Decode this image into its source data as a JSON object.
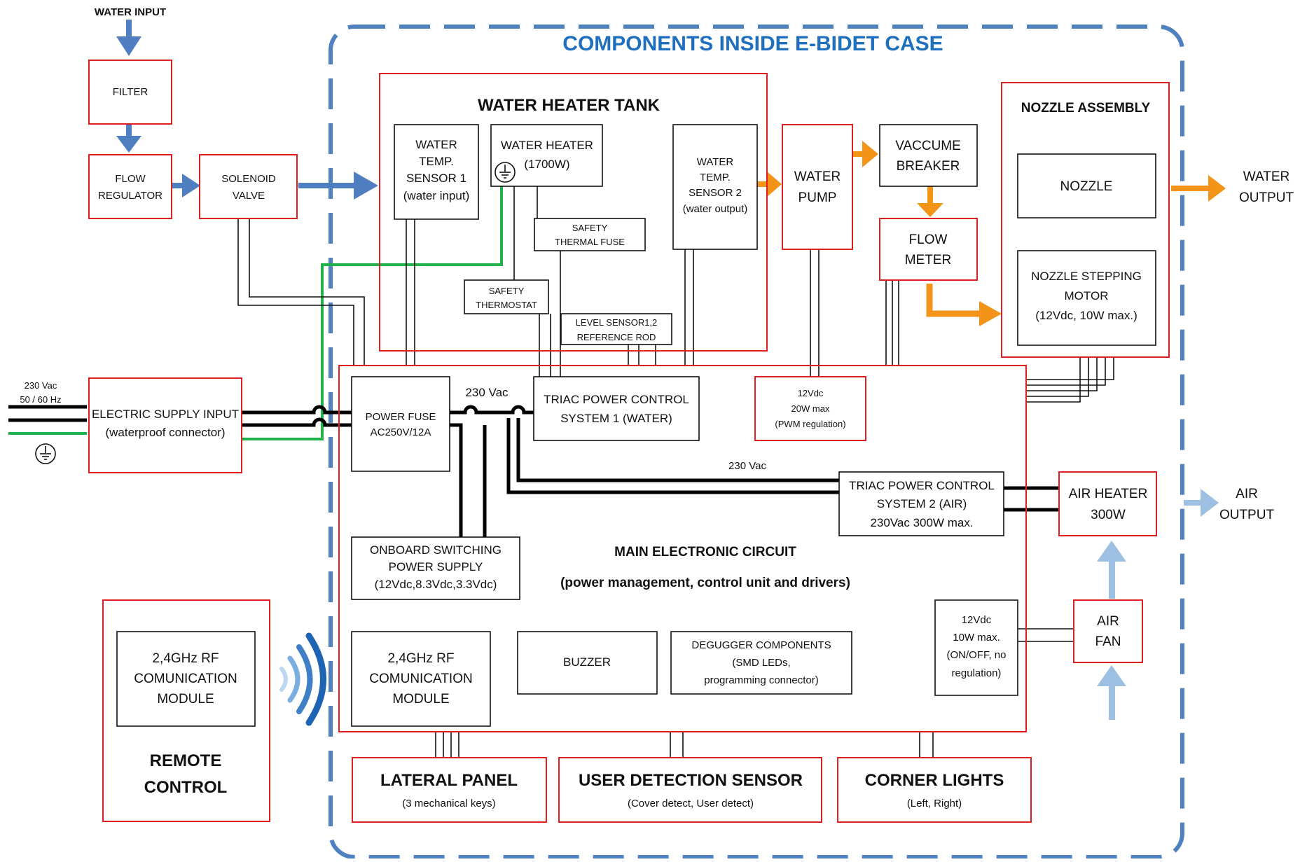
{
  "colors": {
    "case_border": "#4f81c0",
    "water_flow": "#4f7fc0",
    "hot_water_flow": "#f39318",
    "air_flow": "#9dbfe2",
    "component_border": "#e02020",
    "ground_wire": "#22b04a"
  },
  "icons": [
    "ground-symbol-icon",
    "wireless-signal-icon"
  ],
  "case": {
    "title": "COMPONENTS INSIDE E-BIDET CASE"
  },
  "water_input": {
    "label": "WATER INPUT"
  },
  "filter": {
    "label": "FILTER"
  },
  "flow_regulator": {
    "line1": "FLOW",
    "line2": "REGULATOR"
  },
  "solenoid_valve": {
    "line1": "SOLENOID",
    "line2": "VALVE"
  },
  "water_heater_tank": {
    "title": "WATER HEATER TANK",
    "temp_sensor_1": {
      "line1": "WATER",
      "line2": "TEMP.",
      "line3": "SENSOR 1",
      "line4": "(water input)"
    },
    "heater": {
      "line1": "WATER HEATER",
      "line2": "(1700W)"
    },
    "temp_sensor_2": {
      "line1": "WATER",
      "line2": "TEMP.",
      "line3": "SENSOR 2",
      "line4": "(water output)"
    },
    "thermal_fuse": {
      "line1": "SAFETY",
      "line2": "THERMAL FUSE"
    },
    "thermostat": {
      "line1": "SAFETY",
      "line2": "THERMOSTAT"
    },
    "level_sensor": {
      "line1": "LEVEL SENSOR1,2",
      "line2": "REFERENCE ROD"
    }
  },
  "water_pump": {
    "line1": "WATER",
    "line2": "PUMP"
  },
  "vacuum_breaker": {
    "line1": "VACCUME",
    "line2": "BREAKER"
  },
  "flow_meter": {
    "line1": "FLOW",
    "line2": "METER"
  },
  "nozzle_assembly": {
    "title": "NOZZLE ASSEMBLY",
    "nozzle": "NOZZLE",
    "motor": {
      "line1": "NOZZLE STEPPING",
      "line2": "MOTOR",
      "line3": "(12Vdc, 10W max.)"
    }
  },
  "water_output": {
    "line1": "WATER",
    "line2": "OUTPUT"
  },
  "mains": {
    "voltage": "230 Vac",
    "frequency": "50 / 60 Hz",
    "supply_input": {
      "line1": "ELECTRIC SUPPLY INPUT",
      "line2": "(waterproof connector)"
    }
  },
  "main_circuit": {
    "title": "MAIN ELECTRONIC CIRCUIT",
    "subtitle": "(power management, control unit and drivers)",
    "power_fuse": {
      "line1": "POWER FUSE",
      "line2": "AC250V/12A"
    },
    "bus_label_1": "230 Vac",
    "bus_label_2": "230 Vac",
    "triac_1": {
      "line1": "TRIAC POWER CONTROL",
      "line2": "SYSTEM 1 (WATER)"
    },
    "pump_driver": {
      "line1": "12Vdc",
      "line2": "20W max",
      "line3": "(PWM regulation)"
    },
    "triac_2": {
      "line1": "TRIAC POWER CONTROL",
      "line2": "SYSTEM 2 (AIR)",
      "line3": "230Vac 300W max."
    },
    "psu": {
      "line1": "ONBOARD SWITCHING",
      "line2": "POWER SUPPLY",
      "line3": "(12Vdc,8.3Vdc,3.3Vdc)"
    },
    "rf_module": {
      "line1": "2,4GHz RF",
      "line2": "COMUNICATION",
      "line3": "MODULE"
    },
    "buzzer": "BUZZER",
    "debugger": {
      "line1": "DEGUGGER COMPONENTS",
      "line2": "(SMD LEDs,",
      "line3": "programming connector)"
    },
    "fan_driver": {
      "line1": "12Vdc",
      "line2": "10W max.",
      "line3": "(ON/OFF, no",
      "line4": "regulation)"
    }
  },
  "air_heater": {
    "line1": "AIR HEATER",
    "line2": "300W"
  },
  "air_output": {
    "line1": "AIR",
    "line2": "OUTPUT"
  },
  "air_fan": {
    "line1": "AIR",
    "line2": "FAN"
  },
  "remote_control": {
    "rf_module": {
      "line1": "2,4GHz RF",
      "line2": "COMUNICATION",
      "line3": "MODULE"
    },
    "title_line1": "REMOTE",
    "title_line2": "CONTROL"
  },
  "lateral_panel": {
    "title": "LATERAL PANEL",
    "subtitle": "(3 mechanical keys)"
  },
  "user_detection": {
    "title": "USER DETECTION SENSOR",
    "subtitle": "(Cover detect, User detect)"
  },
  "corner_lights": {
    "title": "CORNER LIGHTS",
    "subtitle": "(Left, Right)"
  }
}
